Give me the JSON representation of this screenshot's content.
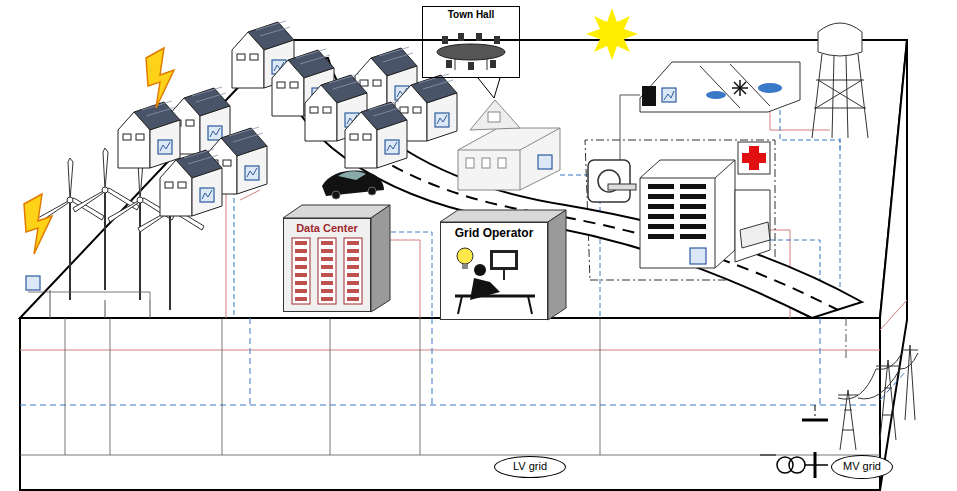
{
  "diagram": {
    "nodes": [
      {
        "text": [
          "Town Hall"
        ]
      },
      {
        "text": [
          "Data Center"
        ]
      },
      {
        "text": [
          "Grid Operator"
        ]
      },
      {
        "text": [
          "LV grid"
        ]
      },
      {
        "text": [
          "MV grid"
        ]
      }
    ]
  }
}
